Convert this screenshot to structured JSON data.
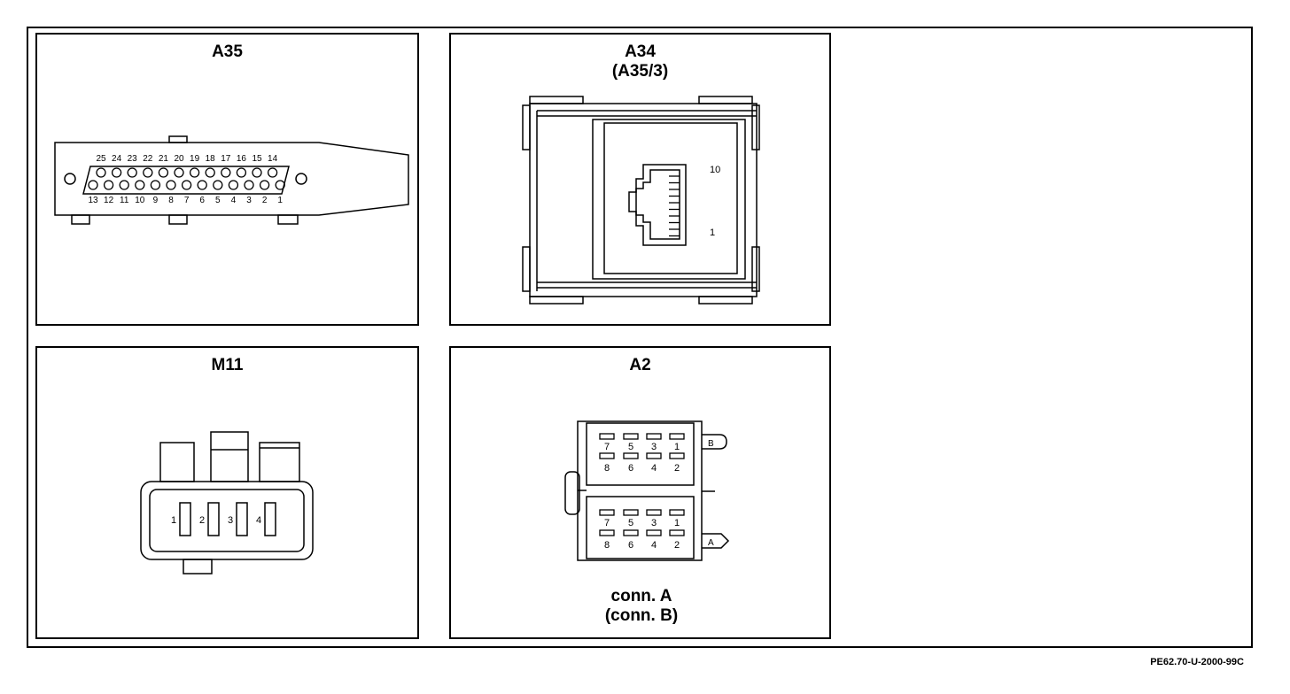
{
  "panels": {
    "a35": {
      "title": "A35",
      "pins_top": [
        "25",
        "24",
        "23",
        "22",
        "21",
        "20",
        "19",
        "18",
        "17",
        "16",
        "15",
        "14"
      ],
      "pins_bottom": [
        "13",
        "12",
        "11",
        "10",
        "9",
        "8",
        "7",
        "6",
        "5",
        "4",
        "3",
        "2",
        "1"
      ]
    },
    "a34": {
      "title": "A34",
      "subtitle": "(A35/3)",
      "pin_high": "10",
      "pin_low": "1"
    },
    "m11": {
      "title": "M11",
      "pins": [
        "1",
        "2",
        "3",
        "4"
      ]
    },
    "a2": {
      "title": "A2",
      "upper_top_pins": [
        "7",
        "5",
        "3",
        "1"
      ],
      "upper_bottom_pins": [
        "8",
        "6",
        "4",
        "2"
      ],
      "lower_top_pins": [
        "7",
        "5",
        "3",
        "1"
      ],
      "lower_bottom_pins": [
        "8",
        "6",
        "4",
        "2"
      ],
      "tab_upper": "B",
      "tab_lower": "A",
      "caption_line1": "conn. A",
      "caption_line2": "(conn. B)"
    }
  },
  "doc_code": "PE62.70-U-2000-99C"
}
